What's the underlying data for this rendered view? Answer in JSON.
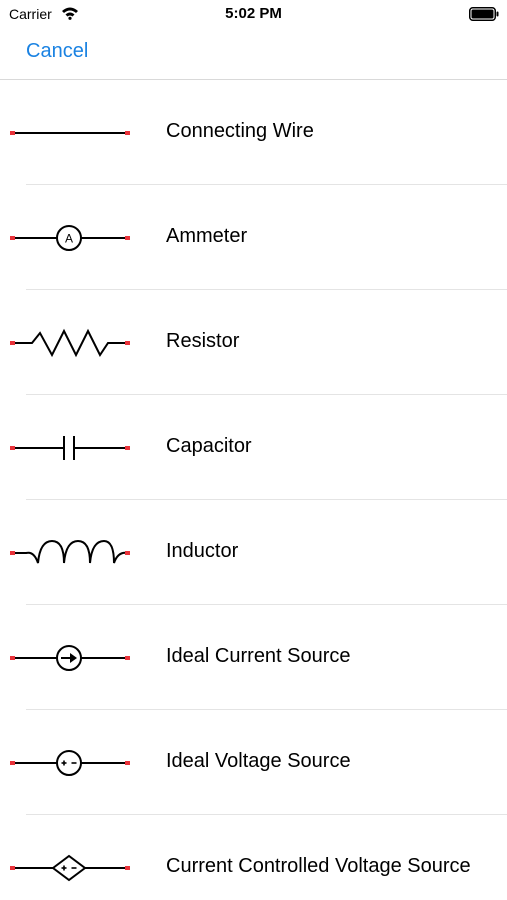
{
  "status_bar": {
    "carrier": "Carrier",
    "time": "5:02 PM",
    "wifi_icon": "wifi-icon",
    "battery_icon": "battery-icon"
  },
  "nav": {
    "cancel_label": "Cancel"
  },
  "colors": {
    "accent": "#1a82e2",
    "terminal": "#e8333a",
    "separator": "#e4e4e4"
  },
  "components": [
    {
      "label": "Connecting Wire",
      "icon": "connecting-wire-icon"
    },
    {
      "label": "Ammeter",
      "icon": "ammeter-icon",
      "glyph": "A"
    },
    {
      "label": "Resistor",
      "icon": "resistor-icon"
    },
    {
      "label": "Capacitor",
      "icon": "capacitor-icon"
    },
    {
      "label": "Inductor",
      "icon": "inductor-icon"
    },
    {
      "label": "Ideal Current Source",
      "icon": "current-source-icon"
    },
    {
      "label": "Ideal Voltage Source",
      "icon": "voltage-source-icon"
    },
    {
      "label": "Current Controlled Voltage Source",
      "icon": "ccvs-icon"
    }
  ]
}
